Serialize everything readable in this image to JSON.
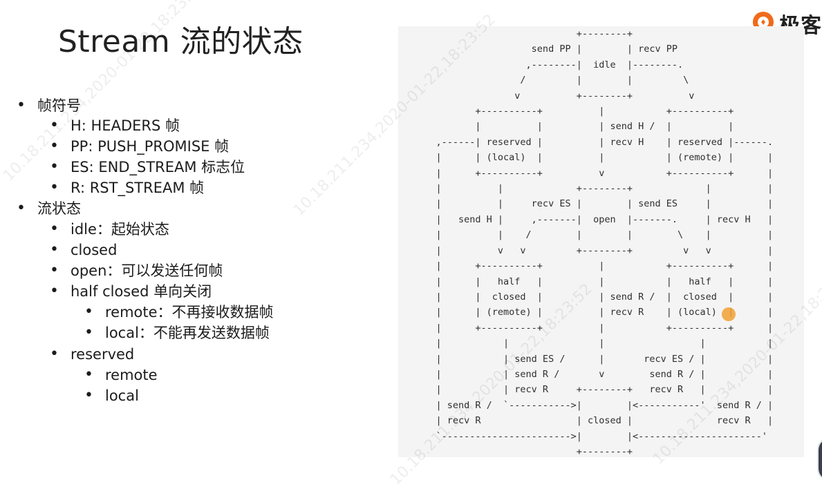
{
  "title": "Stream 流的状态",
  "brand": {
    "text": "极客",
    "logo_color": "#f06b1a"
  },
  "bullets": [
    {
      "level": 1,
      "text": "帧符号"
    },
    {
      "level": 2,
      "text": "H: HEADERS 帧"
    },
    {
      "level": 2,
      "text": "PP: PUSH_PROMISE 帧"
    },
    {
      "level": 2,
      "text": "ES: END_STREAM 标志位"
    },
    {
      "level": 2,
      "text": "R: RST_STREAM 帧"
    },
    {
      "level": 1,
      "text": "流状态"
    },
    {
      "level": 2,
      "text": "idle：起始状态"
    },
    {
      "level": 2,
      "text": "closed"
    },
    {
      "level": 2,
      "text": "open：可以发送任何帧"
    },
    {
      "level": 2,
      "text": "half closed 单向关闭"
    },
    {
      "level": 3,
      "text": "remote：不再接收数据帧"
    },
    {
      "level": 3,
      "text": "local：不能再发送数据帧"
    },
    {
      "level": 2,
      "text": "reserved"
    },
    {
      "level": 3,
      "text": "remote"
    },
    {
      "level": 3,
      "text": "local"
    }
  ],
  "diagram": {
    "ascii": "                             +--------+\n                     send PP |        | recv PP\n                    ,--------|  idle  |--------.\n                   /         |        |         \\\n                  v          +--------+          v\n           +----------+          |           +----------+\n           |          |          | send H /  |          |\n    ,------| reserved |          | recv H    | reserved |------.\n    |      | (local)  |          |           | (remote) |      |\n    |      +----------+          v           +----------+      |\n    |          |             +--------+             |          |\n    |          |     recv ES |        | send ES     |          |\n    |   send H |     ,-------|  open  |-------.     | recv H   |\n    |          |    /        |        |        \\    |          |\n    |          v   v         +--------+         v   v          |\n    |      +----------+          |           +----------+      |\n    |      |   half   |          |           |   half   |      |\n    |      |  closed  |          | send R /  |  closed  |      |\n    |      | (remote) |          | recv R    | (local)  |      |\n    |      +----------+          |           +----------+      |\n    |           |                |                 |           |\n    |           | send ES /      |       recv ES / |           |\n    |           | send R /       v        send R / |           |\n    |           | recv R     +--------+   recv R   |           |\n    | send R /  `----------->|        |<-----------'  send R / |\n    | recv R                 | closed |               recv R   |\n    `----------------------->|        |<----------------------'\n                             +--------+"
  },
  "watermark": "10.18.211.234,2020-01-22,18:23:52"
}
